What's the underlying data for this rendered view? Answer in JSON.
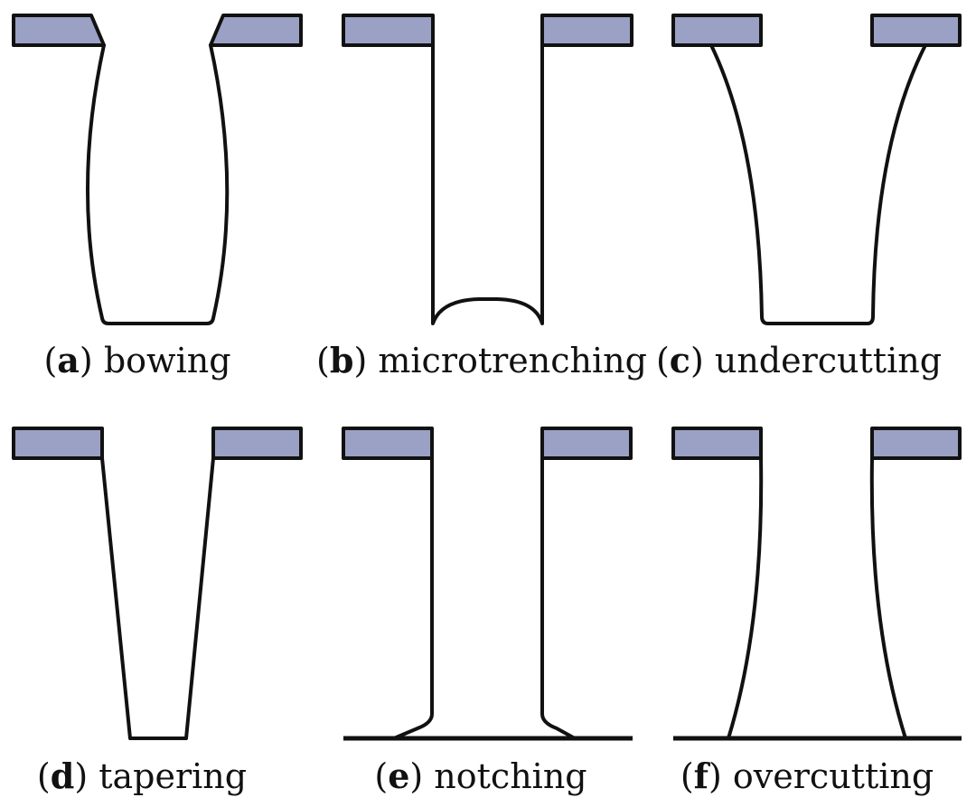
{
  "panels": {
    "a": {
      "letter": "a",
      "name": "bowing"
    },
    "b": {
      "letter": "b",
      "name": "microtrenching"
    },
    "c": {
      "letter": "c",
      "name": "undercutting"
    },
    "d": {
      "letter": "d",
      "name": "tapering"
    },
    "e": {
      "letter": "e",
      "name": "notching"
    },
    "f": {
      "letter": "f",
      "name": "overcutting"
    }
  },
  "colors": {
    "mask": "#9aa1c4",
    "outline": "#111111",
    "background": "#ffffff"
  }
}
